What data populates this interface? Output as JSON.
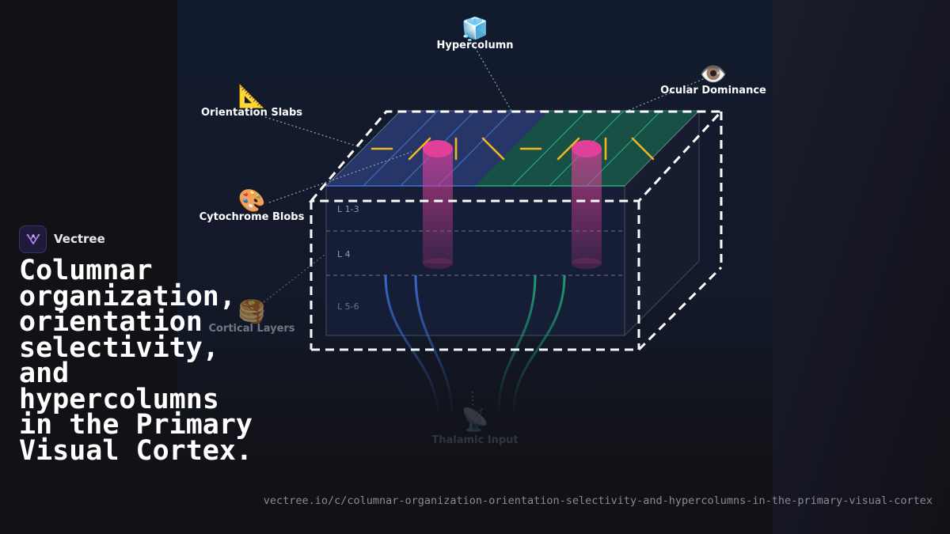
{
  "brand": {
    "name": "Vectree"
  },
  "title": "Columnar organization, orientation selectivity, and hypercolumns in the Primary Visual Cortex.",
  "url": "vectree.io/c/columnar-organization-orientation-selectivity-and-hypercolumns-in-the-primary-visual-cortex",
  "labels": {
    "hypercolumn": "Hypercolumn",
    "ocular_dominance": "Ocular Dominance",
    "orientation_slabs": "Orientation Slabs",
    "cytochrome_blobs": "Cytochrome Blobs",
    "cortical_layers": "Cortical Layers",
    "thalamic_input": "Thalamic Input"
  },
  "icons": {
    "hypercolumn": "🧊",
    "ocular_dominance": "👁️",
    "orientation_slabs": "📐",
    "cytochrome_blobs": "🎨",
    "cortical_layers": "🥞",
    "thalamic_input": "📡"
  },
  "layers": {
    "top": "L 1-3",
    "middle": "L 4",
    "bottom": "L 5-6"
  },
  "colors": {
    "left_eye": "#3b6fd6",
    "right_eye": "#1fa37a",
    "blob": "#e0409a",
    "orientation_bar": "#f2b61e"
  }
}
